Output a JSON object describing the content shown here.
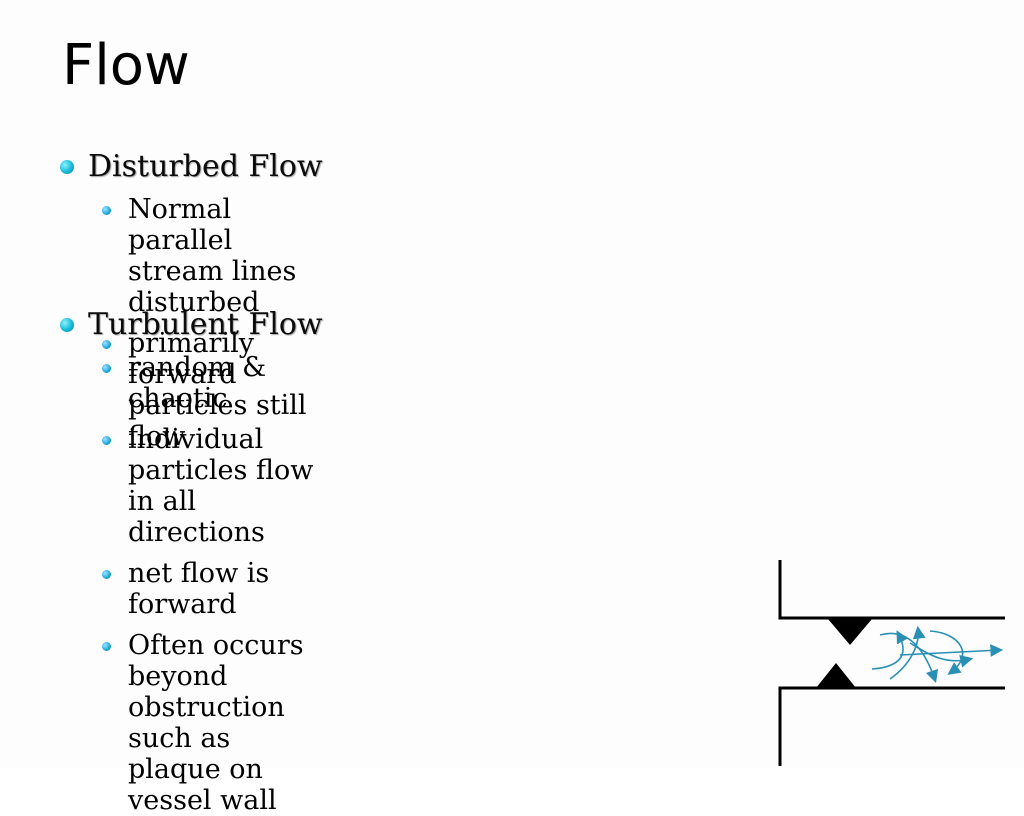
{
  "slide": {
    "title": "Flow",
    "sections": [
      {
        "heading": "Disturbed Flow",
        "items": [
          "Normal parallel stream lines disturbed",
          "primarily forward particles still flow"
        ]
      },
      {
        "heading": "Turbulent Flow",
        "items": [
          "random & chaotic",
          "individual particles flow in all directions",
          "net flow is forward",
          "Often occurs beyond obstruction\nsuch as plaque on vessel wall"
        ]
      }
    ]
  },
  "colors": {
    "bullet": "#14b9d6",
    "arrows": "#2a8fb5",
    "walls": "#000000"
  }
}
